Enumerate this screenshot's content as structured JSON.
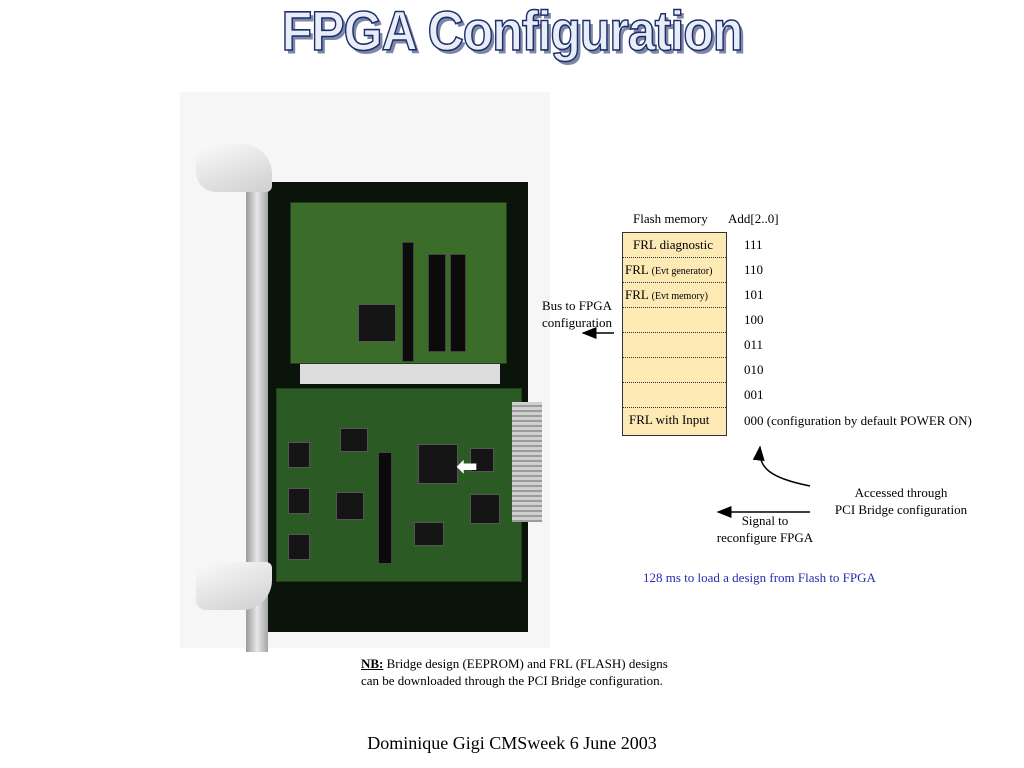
{
  "title": "FPGA Configuration",
  "flash": {
    "col_header_memory": "Flash memory",
    "col_header_address": "Add[2..0]",
    "rows": [
      {
        "label": "FRL diagnostic",
        "sub": "",
        "address": "111"
      },
      {
        "label": "FRL",
        "sub": "(Evt generator)",
        "address": "110"
      },
      {
        "label": "FRL",
        "sub": "(Evt memory)",
        "address": "101"
      },
      {
        "label": "",
        "sub": "",
        "address": "100"
      },
      {
        "label": "",
        "sub": "",
        "address": "011"
      },
      {
        "label": "",
        "sub": "",
        "address": "010"
      },
      {
        "label": "",
        "sub": "",
        "address": "001"
      },
      {
        "label": "FRL with Input",
        "sub": "",
        "address": "000 (configuration by default POWER ON)"
      }
    ],
    "fill_color": "#fde9b4"
  },
  "annotations": {
    "bus_line1": "Bus to FPGA",
    "bus_line2": "configuration",
    "accessed_line1": "Accessed through",
    "accessed_line2": "PCI Bridge configuration",
    "signal_line1": "Signal to",
    "signal_line2": "reconfigure FPGA",
    "load_time": "128 ms to load a design from Flash to FPGA",
    "load_time_color": "#2a2ab0"
  },
  "note": {
    "label": "NB:",
    "line1": "Bridge design (EEPROM) and FRL (FLASH) designs",
    "line2": "can be downloaded through the PCI Bridge configuration."
  },
  "footer": "Dominique Gigi CMSweek 6 June 2003"
}
